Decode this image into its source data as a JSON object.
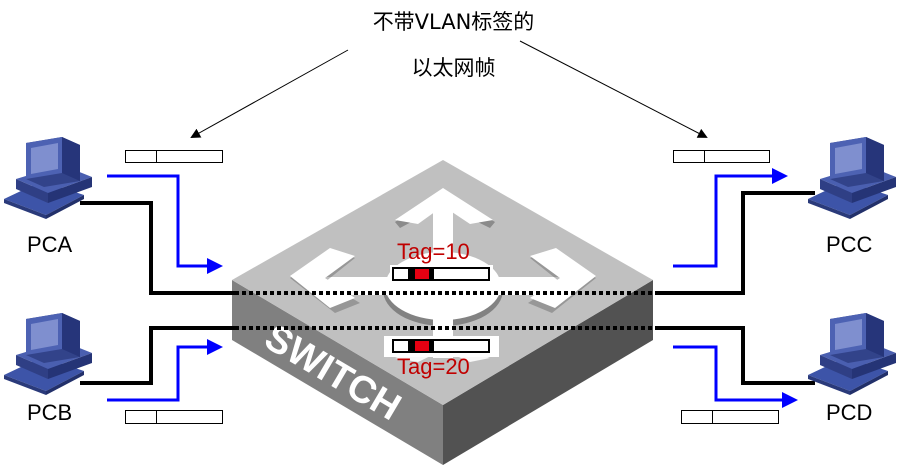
{
  "title": {
    "line1": "不带VLAN标签的",
    "line2": "以太网帧"
  },
  "hosts": [
    {
      "id": "PCA",
      "label": "PCA"
    },
    {
      "id": "PCB",
      "label": "PCB"
    },
    {
      "id": "PCC",
      "label": "PCC"
    },
    {
      "id": "PCD",
      "label": "PCD"
    }
  ],
  "switch": {
    "label": "SWITCH",
    "tags": [
      {
        "label": "Tag=10",
        "vlan": 10
      },
      {
        "label": "Tag=20",
        "vlan": 20
      }
    ]
  },
  "colors": {
    "flow_arrow": "#0000ff",
    "link": "#000000",
    "tag_text": "#c00000",
    "tag_field": "#e60012",
    "switch_top": "#c0c0c0",
    "switch_left": "#808080",
    "switch_right": "#505050",
    "pc_body": "#3c4f9c"
  }
}
